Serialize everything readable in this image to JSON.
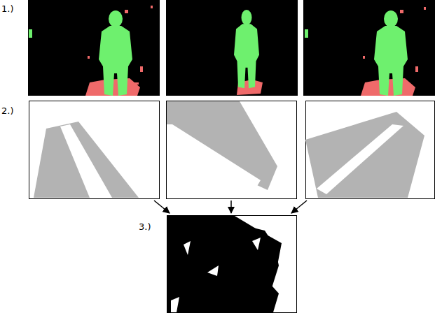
{
  "diagram": {
    "labels": [
      "1.)",
      "2.)",
      "3.)"
    ]
  }
}
